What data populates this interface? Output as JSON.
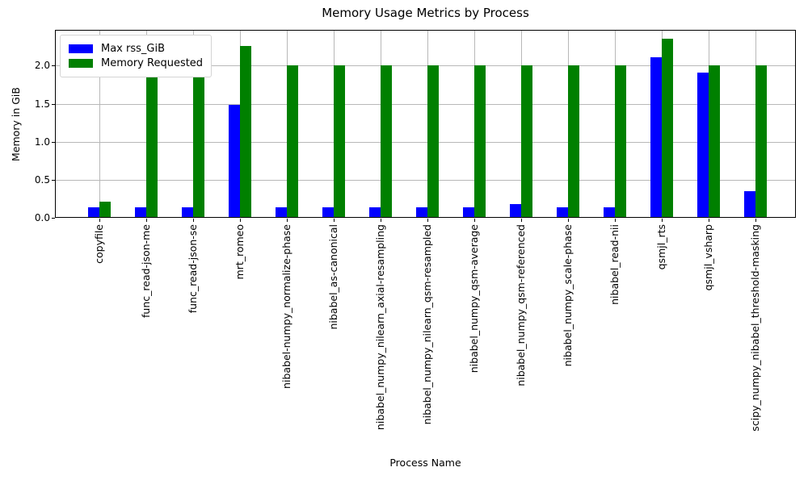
{
  "chart_data": {
    "type": "bar",
    "title": "Memory Usage Metrics by Process",
    "xlabel": "Process Name",
    "ylabel": "Memory in GiB",
    "categories": [
      "copyfile",
      "func_read-json-me",
      "func_read-json-se",
      "mrt_romeo",
      "nibabel-numpy_normalize-phase",
      "nibabel_as-canonical",
      "nibabel_numpy_nilearn_axial-resampling",
      "nibabel_numpy_nilearn_qsm-resampled",
      "nibabel_numpy_qsm-average",
      "nibabel_numpy_qsm-referenced",
      "nibabel_numpy_scale-phase",
      "nibabel_read-nii",
      "qsmjl_rts",
      "qsmjl_vsharp",
      "scipy_numpy_nibabel_threshold-masking"
    ],
    "series": [
      {
        "name": "Max rss_GiB",
        "color": "#0000ff",
        "values": [
          0.14,
          0.14,
          0.14,
          1.48,
          0.14,
          0.14,
          0.14,
          0.14,
          0.14,
          0.18,
          0.14,
          0.14,
          2.11,
          1.91,
          0.35
        ]
      },
      {
        "name": "Memory Requested",
        "color": "#008000",
        "values": [
          0.21,
          2.0,
          2.0,
          2.26,
          2.0,
          2.0,
          2.0,
          2.0,
          2.0,
          2.0,
          2.0,
          2.0,
          2.35,
          2.0,
          2.0
        ]
      }
    ],
    "yticks": [
      0.0,
      0.5,
      1.0,
      1.5,
      2.0
    ],
    "ytick_labels": [
      "0.0",
      "0.5",
      "1.0",
      "1.5",
      "2.0"
    ],
    "ylim": [
      0,
      2.47
    ],
    "grid": true,
    "legend_position": "upper left"
  },
  "colors": {
    "grid": "#b8b8b8",
    "axis": "#000000",
    "background": "#ffffff",
    "bar_blue": "#0000ff",
    "bar_green": "#008000"
  }
}
